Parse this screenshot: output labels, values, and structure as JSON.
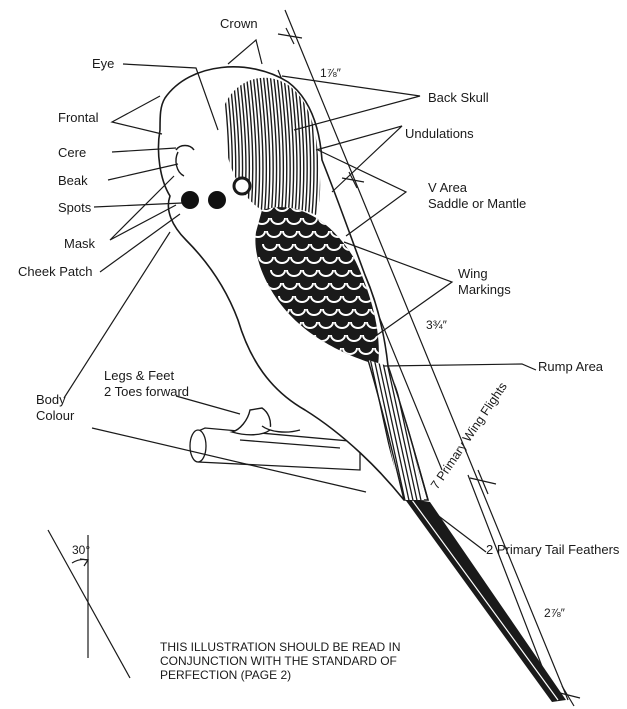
{
  "labels": {
    "crown": "Crown",
    "eye": "Eye",
    "frontal": "Frontal",
    "cere": "Cere",
    "beak": "Beak",
    "spots": "Spots",
    "mask": "Mask",
    "cheek_patch": "Cheek Patch",
    "back_skull": "Back Skull",
    "undulations": "Undulations",
    "v_area_line1": "V Area",
    "v_area_line2": "Saddle or Mantle",
    "wing_markings_line1": "Wing",
    "wing_markings_line2": "Markings",
    "rump_area": "Rump Area",
    "legs_feet_line1": "Legs & Feet",
    "legs_feet_line2": "2 Toes forward",
    "body_colour_line1": "Body",
    "body_colour_line2": "Colour",
    "primary_wing_flights": "7 Primary Wing Flights",
    "primary_tail_feathers": "2 Primary Tail Feathers"
  },
  "measurements": {
    "head": "1⅞″",
    "body": "3¾″",
    "tail": "2⅞″",
    "angle": "30°"
  },
  "note": {
    "line1": "THIS ILLUSTRATION SHOULD BE READ IN",
    "line2": "CONJUNCTION WITH THE STANDARD OF",
    "line3": "PERFECTION (PAGE 2)"
  }
}
